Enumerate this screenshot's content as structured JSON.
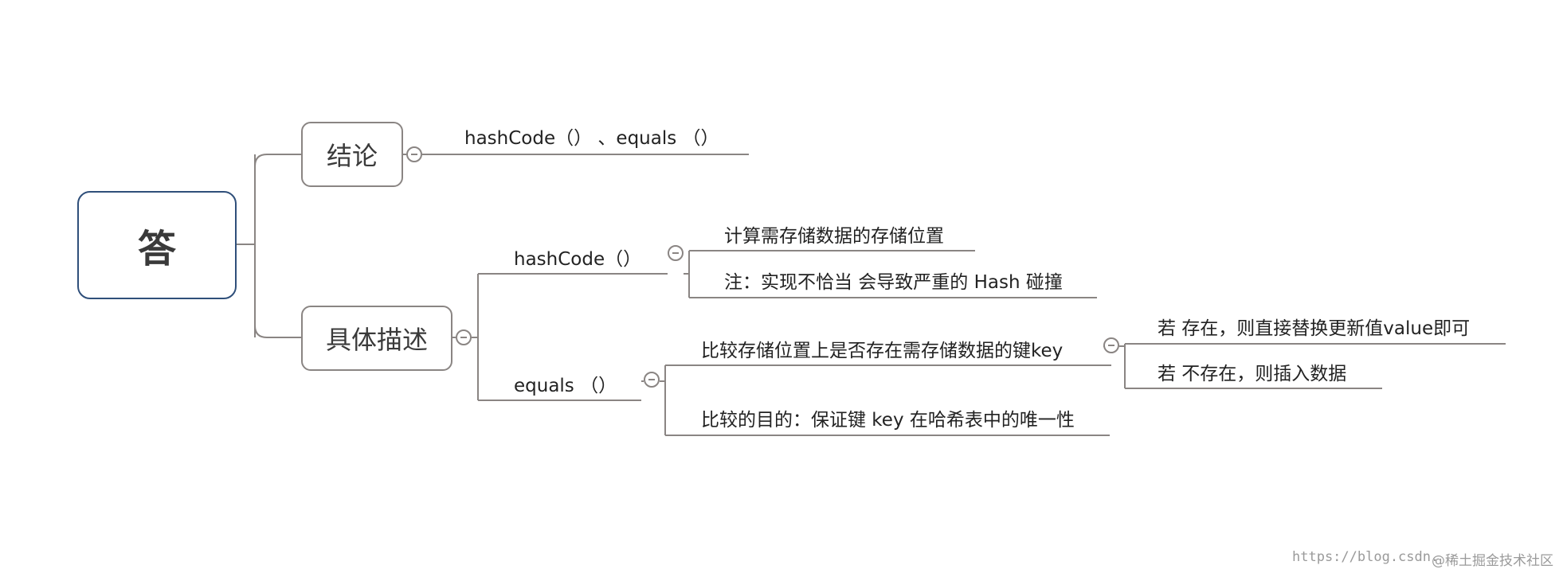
{
  "root": {
    "label": "答"
  },
  "conclusion": {
    "label": "结论",
    "value": "hashCode（） 、equals （）"
  },
  "description": {
    "label": "具体描述",
    "hashcode": {
      "label": "hashCode（）",
      "items": [
        "计算需存储数据的存储位置",
        "注：实现不恰当 会导致严重的 Hash 碰撞"
      ]
    },
    "equals": {
      "label": "equals （）",
      "compare": {
        "label": "比较存储位置上是否存在需存储数据的键key",
        "outcomes": [
          "若 存在，则直接替换更新值value即可",
          "若 不存在，则插入数据"
        ]
      },
      "purpose": "比较的目的：保证键 key 在哈希表中的唯一性"
    }
  },
  "watermark": {
    "url": "https://blog.csdn.",
    "credit": "@稀土掘金技术社区"
  }
}
